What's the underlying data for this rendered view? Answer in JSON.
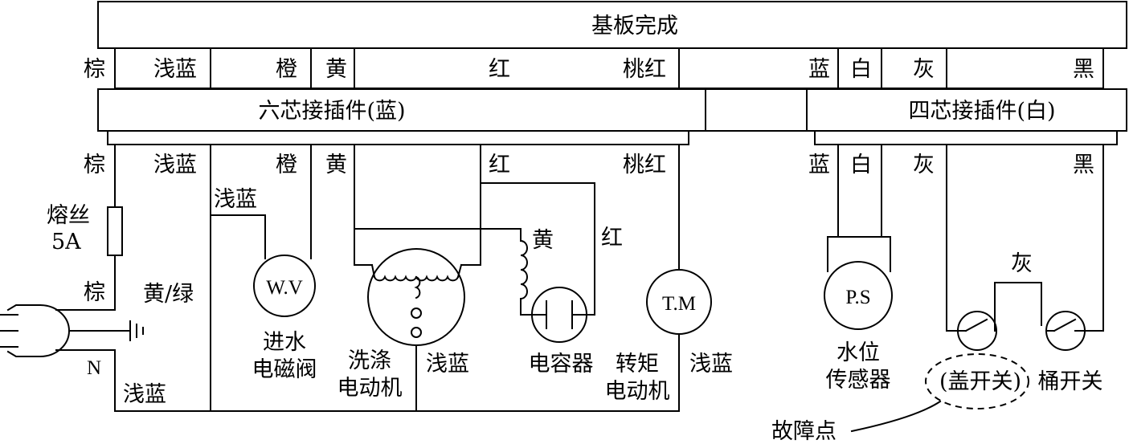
{
  "board": {
    "title": "基板完成"
  },
  "board_wires": [
    "棕",
    "浅蓝",
    "橙",
    "黄",
    "红",
    "桃红",
    "蓝",
    "白",
    "灰",
    "黑"
  ],
  "connector_blue": {
    "label": "六芯接插件(蓝)"
  },
  "connector_white": {
    "label": "四芯接插件(白)"
  },
  "lower_wires": [
    "棕",
    "浅蓝",
    "橙",
    "黄",
    "红",
    "桃红",
    "蓝",
    "白",
    "灰",
    "黑"
  ],
  "fuse": {
    "label_line1": "熔丝",
    "label_line2": "5A"
  },
  "plug": {
    "brown_label": "棕",
    "ground_label": "黄/绿",
    "neutral_label": "N",
    "neutral_wire_label": "浅蓝"
  },
  "inlet_valve": {
    "symbol": "W.V",
    "lead_label": "浅蓝",
    "name_line1": "进水",
    "name_line2": "电磁阀"
  },
  "wash_motor": {
    "name_line1": "洗涤",
    "name_line2": "电动机",
    "lead_label": "浅蓝"
  },
  "capacitor": {
    "lead_yellow": "黄",
    "lead_red": "红",
    "name": "电容器"
  },
  "torque_motor": {
    "symbol": "T.M",
    "name_line1": "转矩",
    "name_line2": "电动机",
    "lead_label": "浅蓝"
  },
  "pressure_switch": {
    "symbol": "P.S",
    "name_line1": "水位",
    "name_line2": "传感器"
  },
  "lid_switch": {
    "name": "(盖开关)"
  },
  "tub_switch": {
    "name": "桶开关"
  },
  "gray_link": {
    "label": "灰"
  },
  "fault": {
    "label": "故障点"
  }
}
